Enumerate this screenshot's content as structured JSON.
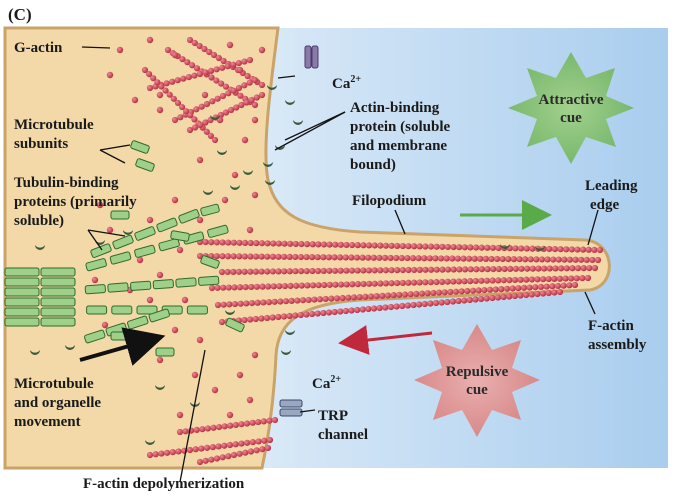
{
  "panel_letter": "(C)",
  "labels": {
    "g_actin": "G-actin",
    "ca_top": "Ca",
    "ca_top_sup": "2+",
    "abp_line1": "Actin-binding",
    "abp_line2": "protein (soluble",
    "abp_line3": "and membrane",
    "abp_line4": "bound)",
    "mt_sub_line1": "Microtubule",
    "mt_sub_line2": "subunits",
    "tbp_line1": "Tubulin-binding",
    "tbp_line2": "proteins (primarily",
    "tbp_line3": "soluble)",
    "filopodium": "Filopodium",
    "leading_line1": "Leading",
    "leading_line2": "edge",
    "factin_asm_line1": "F-actin",
    "factin_asm_line2": "assembly",
    "mt_move_line1": "Microtubule",
    "mt_move_line2": "and organelle",
    "mt_move_line3": "movement",
    "ca_bottom": "Ca",
    "ca_bottom_sup": "2+",
    "trp_line1": "TRP",
    "trp_line2": "channel",
    "depolymerization": "F-actin depolymerization"
  },
  "cues": {
    "attractive_line1": "Attractive",
    "attractive_line2": "cue",
    "repulsive_line1": "Repulsive",
    "repulsive_line2": "cue",
    "attractive_color": "#7dbf5a",
    "repulsive_color": "#e07a78"
  },
  "colors": {
    "cytoplasm": "#f3d9a8",
    "membrane": "#c9a36a",
    "actin": "#c8374a",
    "microtubule": "#9fd08a",
    "binding_protein": "#3a5a3a",
    "green_arrow": "#5aaa4a",
    "red_arrow": "#c0283c"
  }
}
